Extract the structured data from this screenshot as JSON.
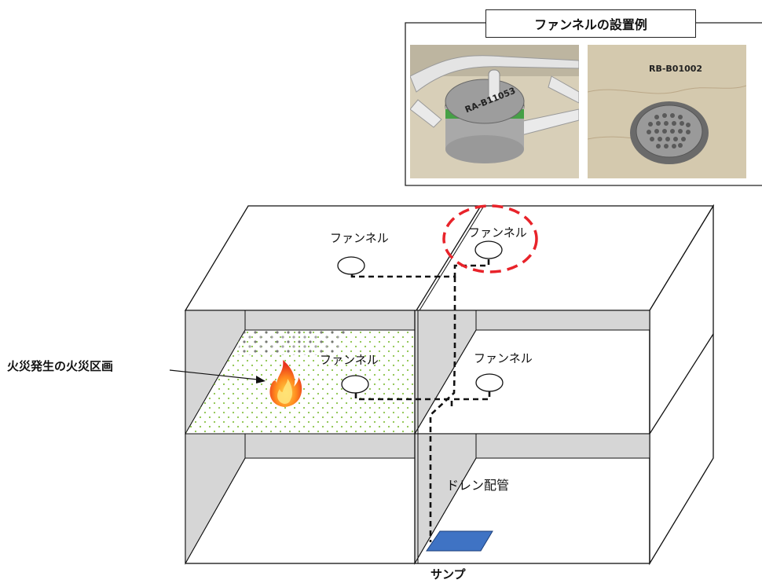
{
  "example_box": {
    "title": "ファンネルの設置例",
    "photo1_tag": "RA-B11053",
    "photo2_tag": "RB-B01002"
  },
  "labels": {
    "funnel_upper_left": "ファンネル",
    "funnel_upper_right": "ファンネル",
    "funnel_lower_left": "ファンネル",
    "funnel_lower_right": "ファンネル",
    "fire_zone": "火災発生の火災区画",
    "drain_pipe": "ドレン配管",
    "sump": "サンプ"
  },
  "colors": {
    "line": "#111111",
    "wall_gray": "#d6d6d6",
    "highlight": "#e8232a",
    "sump": "#3f73c4",
    "dots_green": "#8bc34a",
    "dots_gray": "#7a7a7a"
  },
  "icons": {
    "fire": "fire-icon"
  }
}
